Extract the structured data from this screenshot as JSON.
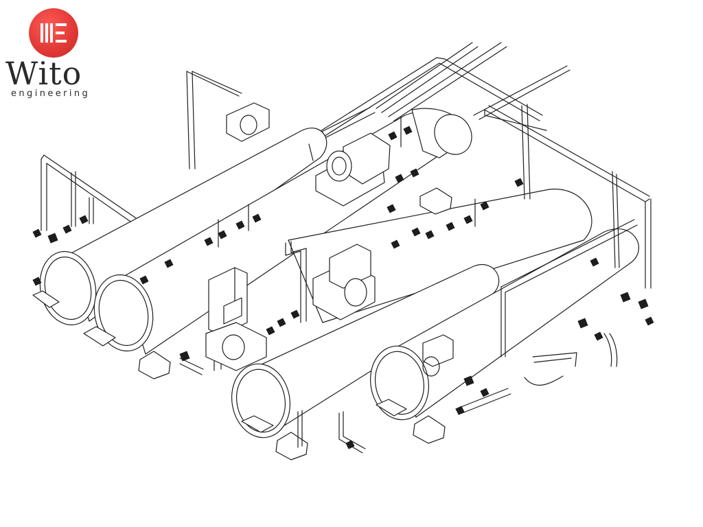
{
  "logo": {
    "word": "Wito",
    "subtitle": "engineering",
    "icon": "wito-engineering-logo-icon",
    "brand_color": "#e23b37",
    "text_color": "#2a2a2a"
  },
  "drawing": {
    "style": "isometric line drawing",
    "line_color": "#1d1d1d",
    "background_color": "#ffffff"
  }
}
